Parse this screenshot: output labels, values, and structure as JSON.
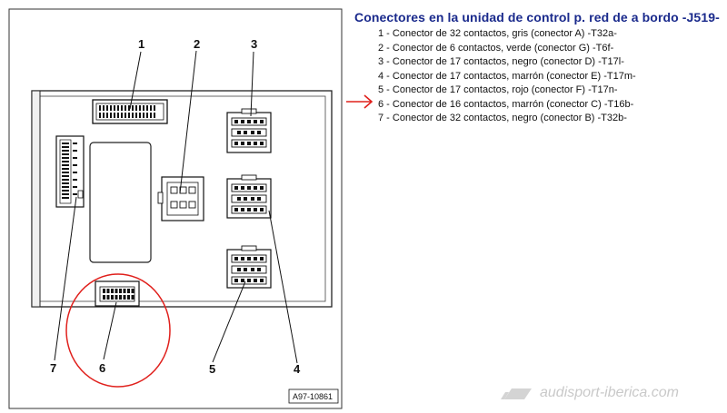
{
  "title": "Conectores en la unidad de control p. red de a bordo -J519-",
  "legend": [
    {
      "num": "1",
      "text": " - Conector de 32 contactos, gris (conector A) -T32a-"
    },
    {
      "num": "2",
      "text": " - Conector de 6 contactos, verde (conector G) -T6f-"
    },
    {
      "num": "3",
      "text": " - Conector de 17 contactos, negro (conector D) -T17l-"
    },
    {
      "num": "4",
      "text": " - Conector de 17 contactos, marrón (conector E) -T17m-"
    },
    {
      "num": "5",
      "text": " - Conector de 17 contactos, rojo (conector F) -T17n-"
    },
    {
      "num": "6",
      "text": " - Conector de 16 contactos, marrón (conector C) -T16b-"
    },
    {
      "num": "7",
      "text": " - Conector de 32 contactos, negro (conector B) -T32b-"
    }
  ],
  "callouts": [
    "1",
    "2",
    "3",
    "4",
    "5",
    "6",
    "7"
  ],
  "figure_id": "A97-10861",
  "watermark": "audisport-iberica.com",
  "colors": {
    "title": "#1a2a8c",
    "highlight": "#e0201c",
    "line": "#111111"
  },
  "highlight_item": "6"
}
